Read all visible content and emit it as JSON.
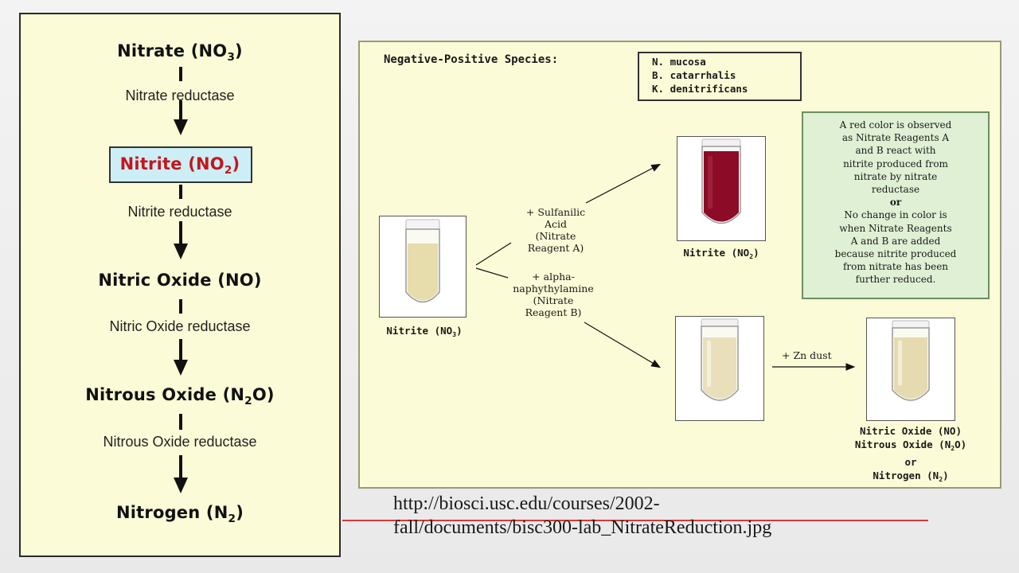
{
  "pathway": {
    "steps": [
      {
        "compound": "Nitrate (NO3)",
        "enzyme": "Nitrate reductase"
      },
      {
        "compound": "Nitrite (NO2)",
        "enzyme": "Nitrite reductase"
      },
      {
        "compound": "Nitric Oxide (NO)",
        "enzyme": "Nitric Oxide reductase"
      },
      {
        "compound": "Nitrous Oxide (N2O)",
        "enzyme": "Nitrous Oxide reductase"
      },
      {
        "compound": "Nitrogen (N2)",
        "enzyme": ""
      }
    ]
  },
  "diagram": {
    "species_title": "Negative-Positive Species:",
    "species": [
      "N. mucosa",
      "B. catarrhalis",
      "K. denitrificans"
    ],
    "info_lines_1": [
      "A red color is observed",
      "as Nitrate Reagents A",
      "and B react with",
      "nitrite produced from",
      "nitrate by nitrate",
      "reductase"
    ],
    "info_or": "or",
    "info_lines_2": [
      "No change in color is",
      "when Nitrate Reagents",
      "A and B are added",
      "because nitrite produced",
      "from nitrate has been",
      "further reduced."
    ],
    "reagent_a": [
      "+ Sulfanilic",
      "Acid",
      "(Nitrate",
      "Reagent A)"
    ],
    "reagent_b": [
      "+ alpha-",
      "naphythylamine",
      "(Nitrate",
      "Reagent B)"
    ],
    "zn_label": "+ Zn dust",
    "tube_left_label": "Nitrite (NO3)",
    "tube_red_label": "Nitrite (NO2)",
    "tube_final_labels": [
      "Nitric Oxide (NO)",
      "Nitrous Oxide (N2O)",
      "or",
      "Nitrogen (N2)"
    ]
  },
  "citation": {
    "line1": "http://biosci.usc.edu/courses/2002-",
    "line2": "fall/documents/bisc300-lab_NitrateReduction.jpg"
  },
  "colors": {
    "panel": "#fbfbd7",
    "highlight": "#cdeef6",
    "red_text": "#c4161c",
    "info_box": "#dff0d4",
    "red_liquid": "#8c0b26",
    "rule": "#d43a3a"
  }
}
